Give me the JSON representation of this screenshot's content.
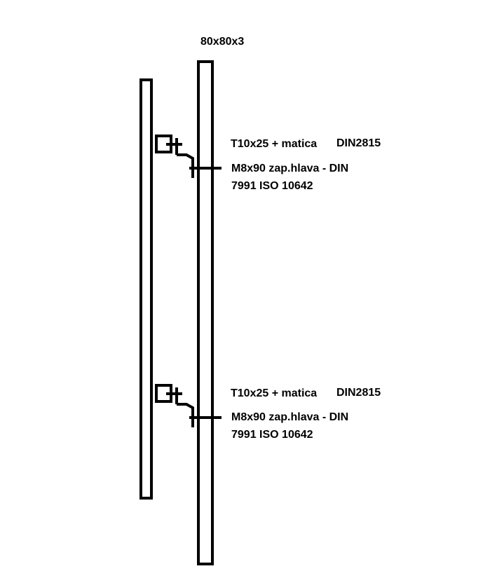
{
  "profile_label": "80x80x3",
  "fixings": [
    {
      "bolt_label": "T10x25 + matica",
      "bolt_din": "DIN2815",
      "screw_line1": "M8x90 zap.hlava - DIN",
      "screw_line2": "7991 ISO 10642"
    },
    {
      "bolt_label": "T10x25 + matica",
      "bolt_din": "DIN2815",
      "screw_line1": "M8x90 zap.hlava - DIN",
      "screw_line2": "7991 ISO 10642"
    }
  ]
}
